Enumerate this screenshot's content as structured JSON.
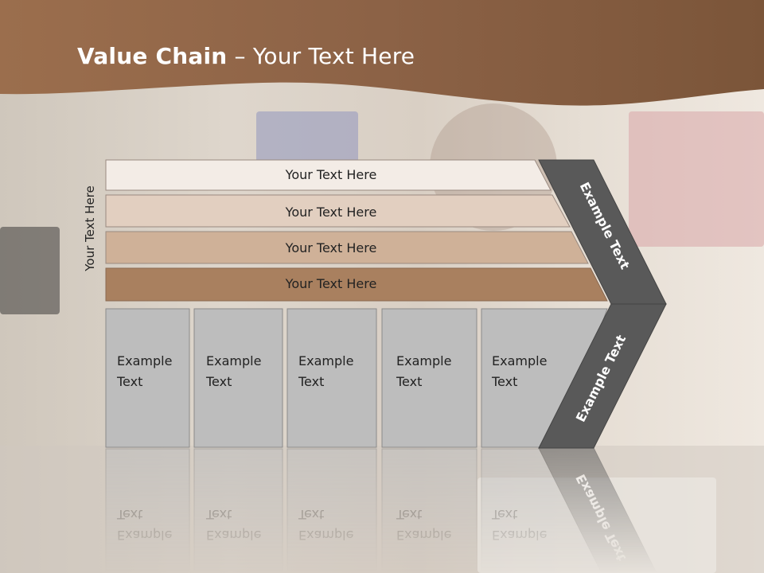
{
  "slide": {
    "title_bold": "Value Chain",
    "title_rest": " – Your Text Here",
    "side_label": "Your Text Here"
  },
  "bars": [
    {
      "label": "Your Text Here",
      "color": "#f3ece6"
    },
    {
      "label": "Your Text Here",
      "color": "#e2cfc0"
    },
    {
      "label": "Your Text Here",
      "color": "#cfb198"
    },
    {
      "label": "Your Text Here",
      "color": "#a9805f"
    }
  ],
  "boxes": [
    {
      "line1": "Example",
      "line2": "Text"
    },
    {
      "line1": "Example",
      "line2": "Text"
    },
    {
      "line1": "Example",
      "line2": "Text"
    },
    {
      "line1": "Example",
      "line2": "Text"
    },
    {
      "line1": "Example",
      "line2": "Text"
    }
  ],
  "arrow": {
    "upper_label": "Example Text",
    "lower_label": "Example Text",
    "color": "#595959"
  },
  "colors": {
    "header": "#8e6446",
    "box_fill": "#bdbdbd",
    "box_stroke": "#8a8a8a"
  }
}
